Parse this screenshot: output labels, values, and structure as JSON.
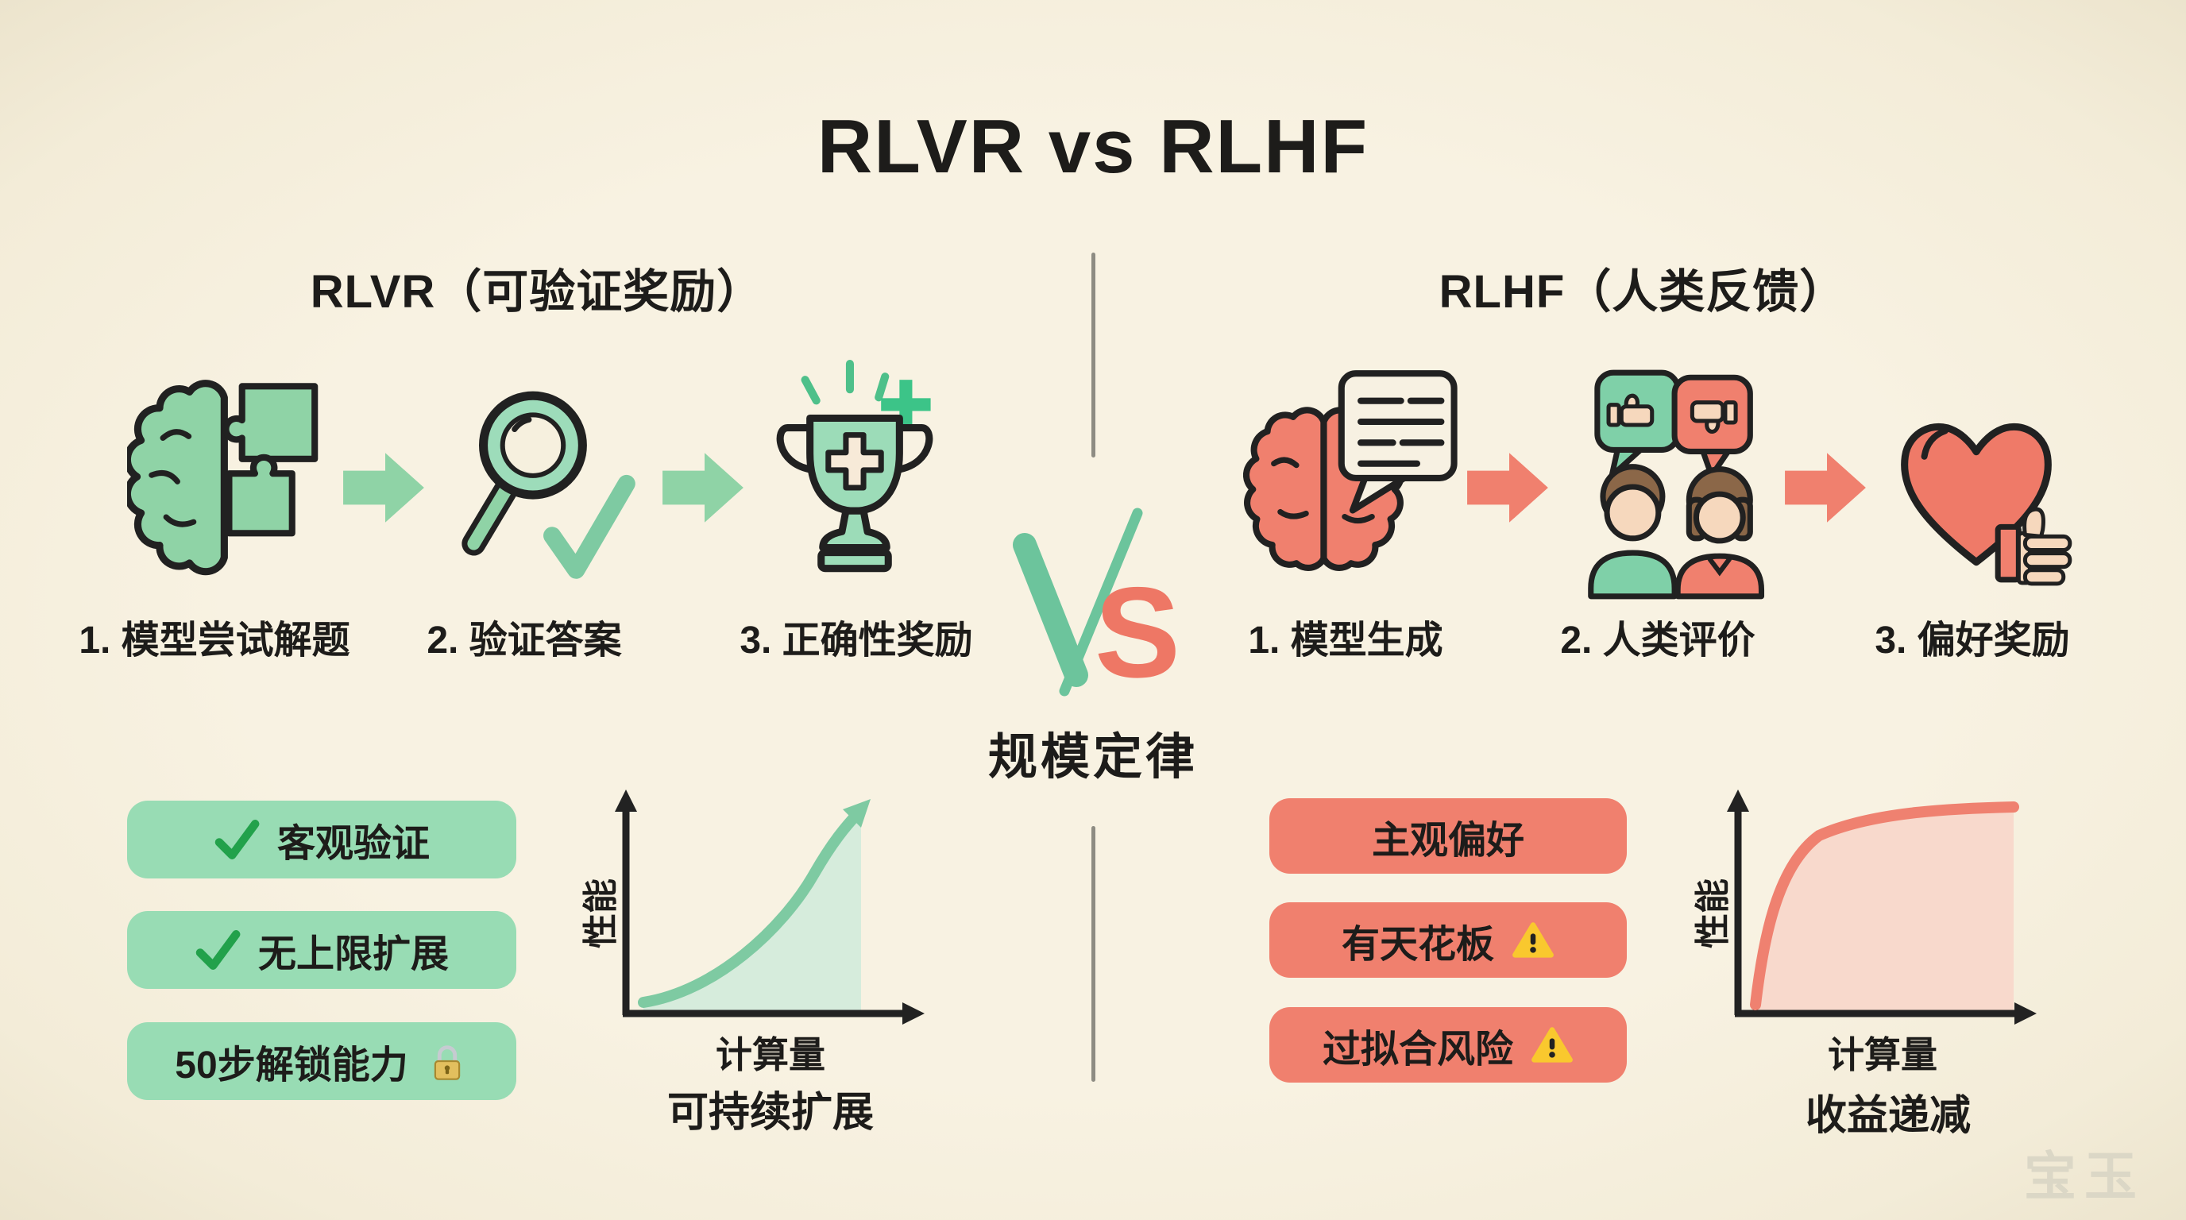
{
  "title": "RLVR vs RLHF",
  "center": {
    "vs": {
      "v": "V",
      "s": "S"
    },
    "scaling_law_label": "规模定律"
  },
  "left_panel": {
    "header": "RLVR（可验证奖励）",
    "steps": [
      {
        "label": "1. 模型尝试解题",
        "icon": "brain-puzzle-icon"
      },
      {
        "label": "2. 验证答案",
        "icon": "magnifier-check-icon"
      },
      {
        "label": "3. 正确性奖励",
        "icon": "trophy-icon"
      }
    ],
    "badges": [
      {
        "label": "客观验证",
        "icon": "check-icon"
      },
      {
        "label": "无上限扩展",
        "icon": "check-icon"
      },
      {
        "label": "50步解锁能力",
        "icon": "lock-icon"
      }
    ],
    "chart": {
      "ylabel": "性能",
      "xlabel": "计算量",
      "caption": "可持续扩展"
    }
  },
  "right_panel": {
    "header": "RLHF（人类反馈）",
    "steps": [
      {
        "label": "1. 模型生成",
        "icon": "brain-chat-icon"
      },
      {
        "label": "2. 人类评价",
        "icon": "people-feedback-icon"
      },
      {
        "label": "3. 偏好奖励",
        "icon": "heart-thumbsup-icon"
      }
    ],
    "badges": [
      {
        "label": "主观偏好",
        "icon": null
      },
      {
        "label": "有天花板",
        "icon": "warning-icon"
      },
      {
        "label": "过拟合风险",
        "icon": "warning-icon"
      }
    ],
    "chart": {
      "ylabel": "性能",
      "xlabel": "计算量",
      "caption": "收益递减"
    }
  },
  "watermark": "宝玉",
  "colors": {
    "background": "#f6f0df",
    "text": "#1d1c1a",
    "green_badge": "#98dcb4",
    "green_check": "#22a14b",
    "green_icon": "#8fd3a6",
    "green_curve": "#7ecaa2",
    "green_area": "#d6ecdc",
    "salmon_badge": "#f0806e",
    "salmon_curve": "#ef8170",
    "salmon_area": "#f8d9cc",
    "vs_green": "#6cc49c",
    "vs_salmon": "#ee7765",
    "divider": "#8e8c83",
    "watermark": "#dbd7c6"
  },
  "chart_data": [
    {
      "type": "area",
      "panel": "RLVR",
      "caption": "可持续扩展",
      "xlabel": "计算量",
      "ylabel": "性能",
      "x": [
        0,
        0.2,
        0.4,
        0.6,
        0.8,
        1.0
      ],
      "y": [
        0.06,
        0.12,
        0.24,
        0.45,
        0.72,
        0.97
      ],
      "trend": "exponential-growth",
      "color": "#7ecaa2",
      "axis_ticks": "none",
      "grid": false
    },
    {
      "type": "area",
      "panel": "RLHF",
      "caption": "收益递减",
      "xlabel": "计算量",
      "ylabel": "性能",
      "x": [
        0,
        0.1,
        0.2,
        0.4,
        0.6,
        0.8,
        1.0
      ],
      "y": [
        0.05,
        0.5,
        0.72,
        0.86,
        0.92,
        0.95,
        0.96
      ],
      "trend": "diminishing-returns",
      "color": "#ef8170",
      "axis_ticks": "none",
      "grid": false
    }
  ]
}
